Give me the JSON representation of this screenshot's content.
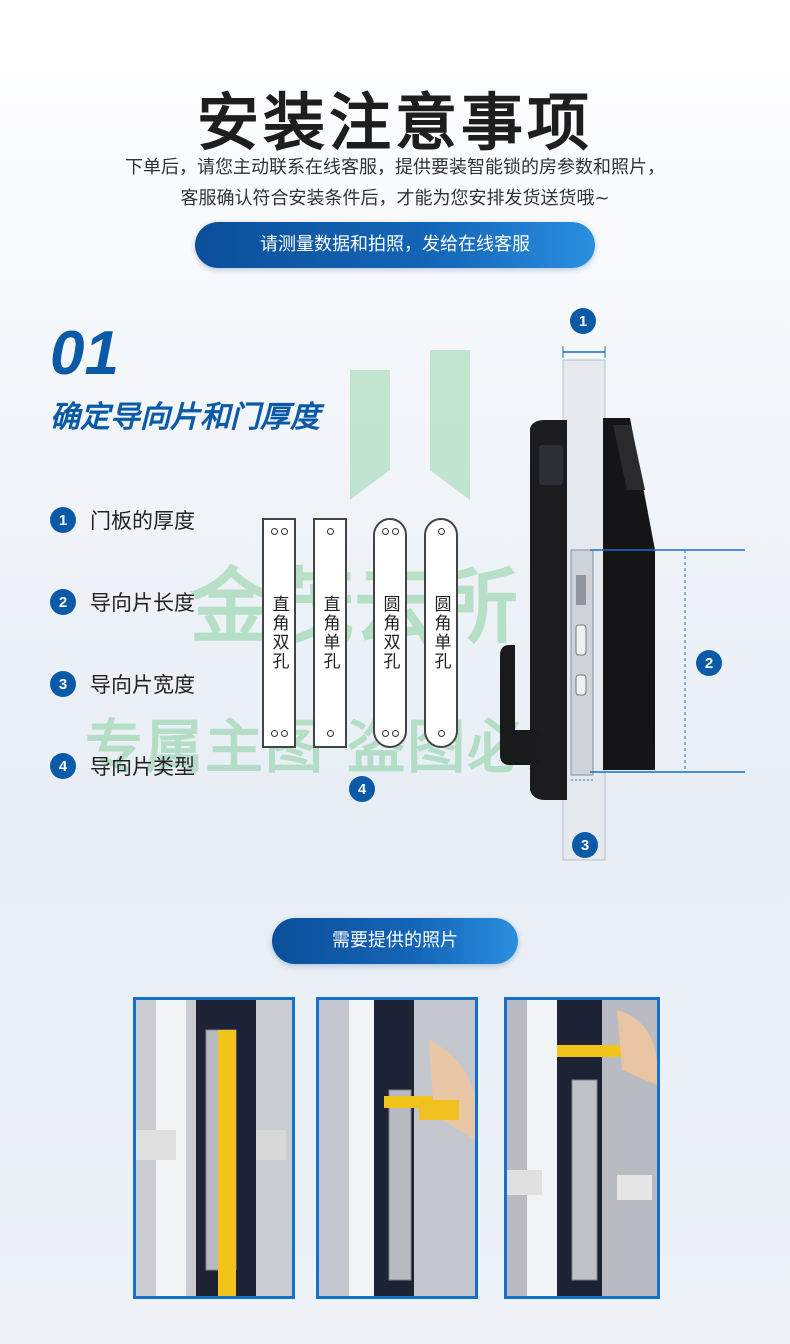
{
  "header": {
    "title": "安装注意事项",
    "line1": "下单后，请您主动联系在线客服，提供要装智能锁的房参数和照片，",
    "line2": "客服确认符合安装条件后，才能为您安排发货送货哦~",
    "pill1": "请测量数据和拍照，发给在线客服"
  },
  "section": {
    "number": "01",
    "title": "确定导向片和门厚度",
    "items": [
      {
        "num": "1",
        "label": "门板的厚度"
      },
      {
        "num": "2",
        "label": "导向片长度"
      },
      {
        "num": "3",
        "label": "导向片宽度"
      },
      {
        "num": "4",
        "label": "导向片类型"
      }
    ],
    "plates": [
      {
        "label": "直角双孔",
        "shape": "square",
        "holes": 2
      },
      {
        "label": "直角单孔",
        "shape": "square",
        "holes": 1
      },
      {
        "label": "圆角双孔",
        "shape": "round",
        "holes": 2
      },
      {
        "label": "圆角单孔",
        "shape": "round",
        "holes": 1
      }
    ],
    "plate_marker": "4",
    "diagram_markers": {
      "m1": "1",
      "m2": "2",
      "m3": "3"
    }
  },
  "watermark": {
    "line1": "金茂云所",
    "line2": "专属主图 盗图必究"
  },
  "photos_section": {
    "pill": "需要提供的照片"
  },
  "colors": {
    "brand_blue": "#0b5aa8",
    "pill_start": "#0b4f9a",
    "pill_end": "#2a8fe0",
    "photo_border": "#1470c8"
  }
}
